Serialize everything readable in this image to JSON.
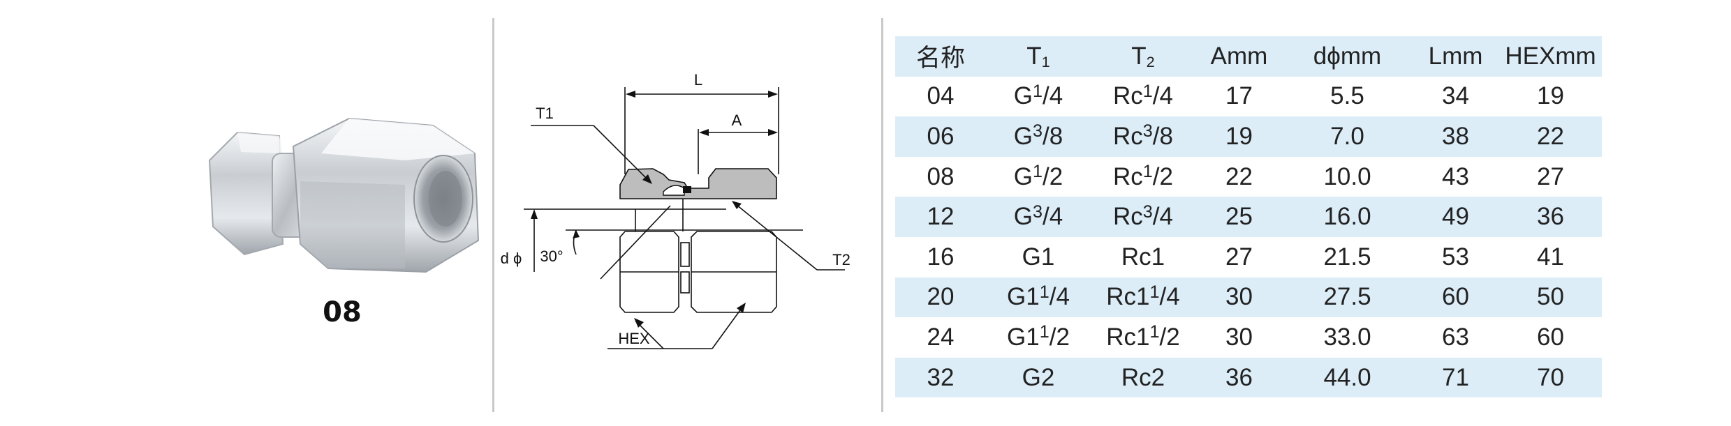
{
  "product": {
    "part_number": "08"
  },
  "drawing": {
    "labels": {
      "L": "L",
      "A": "A",
      "T1": "T1",
      "T2": "T2",
      "dphi": "d ϕ",
      "angle": "30°",
      "hex": "HEX"
    }
  },
  "table": {
    "headers": [
      "名称",
      "T1",
      "T2",
      "Amm",
      "dϕmm",
      "Lmm",
      "HEXmm"
    ],
    "rows": [
      [
        "04",
        "G1/4",
        "Rc1/4",
        "17",
        "5.5",
        "34",
        "19"
      ],
      [
        "06",
        "G3/8",
        "Rc3/8",
        "19",
        "7.0",
        "38",
        "22"
      ],
      [
        "08",
        "G1/2",
        "Rc1/2",
        "22",
        "10.0",
        "43",
        "27"
      ],
      [
        "12",
        "G3/4",
        "Rc3/4",
        "25",
        "16.0",
        "49",
        "36"
      ],
      [
        "16",
        "G1",
        "Rc1",
        "27",
        "21.5",
        "53",
        "41"
      ],
      [
        "20",
        "G11/4",
        "Rc11/4",
        "30",
        "27.5",
        "60",
        "50"
      ],
      [
        "24",
        "G11/2",
        "Rc11/2",
        "30",
        "33.0",
        "63",
        "60"
      ],
      [
        "32",
        "G2",
        "Rc2",
        "36",
        "44.0",
        "71",
        "70"
      ]
    ],
    "shaded_rows": [
      0,
      2,
      4,
      6,
      8
    ]
  },
  "colors": {
    "row_shade": "#dcedf8",
    "divider": "#c8c8c8",
    "drawing_fill": "#bdbdbd"
  },
  "icons": {
    "photo": "hex-swivel-fitting-photo",
    "drawing": "fitting-cross-section-drawing"
  }
}
